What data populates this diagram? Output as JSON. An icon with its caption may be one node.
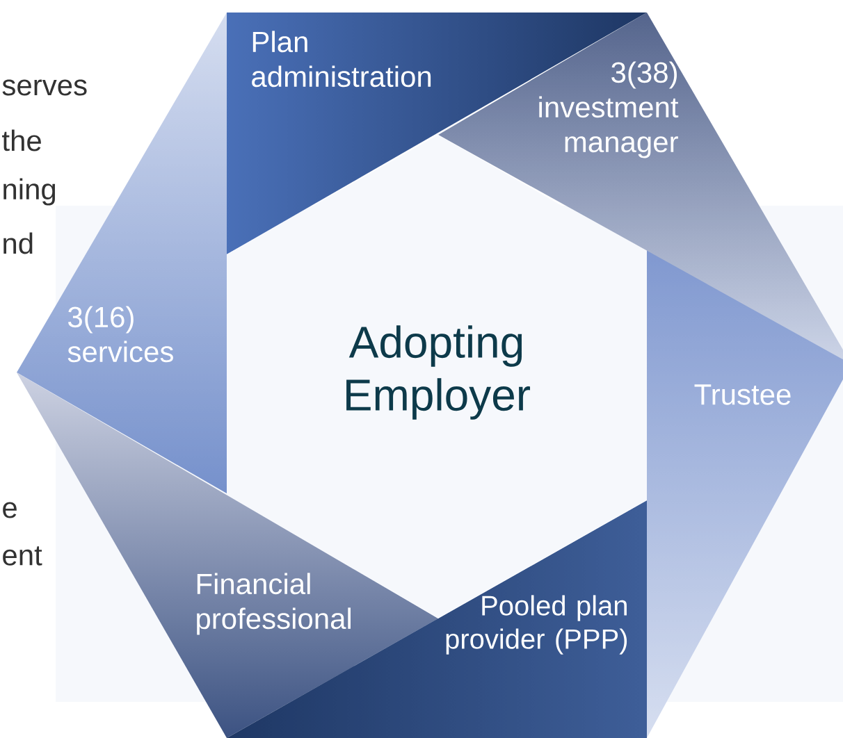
{
  "diagram": {
    "nodes": [
      {
        "text": [
          "Adopting Employer"
        ]
      },
      {
        "text": [
          "Plan administration"
        ]
      },
      {
        "text": [
          "3(38) investment manager"
        ]
      },
      {
        "text": [
          "Trustee"
        ]
      },
      {
        "text": [
          "Pooled plan provider (PPP)"
        ]
      },
      {
        "text": [
          "Financial professional"
        ]
      },
      {
        "text": [
          "3(16) services"
        ]
      }
    ],
    "labels": [
      "serves",
      "the",
      "ning",
      "nd",
      "e",
      "ent"
    ]
  }
}
